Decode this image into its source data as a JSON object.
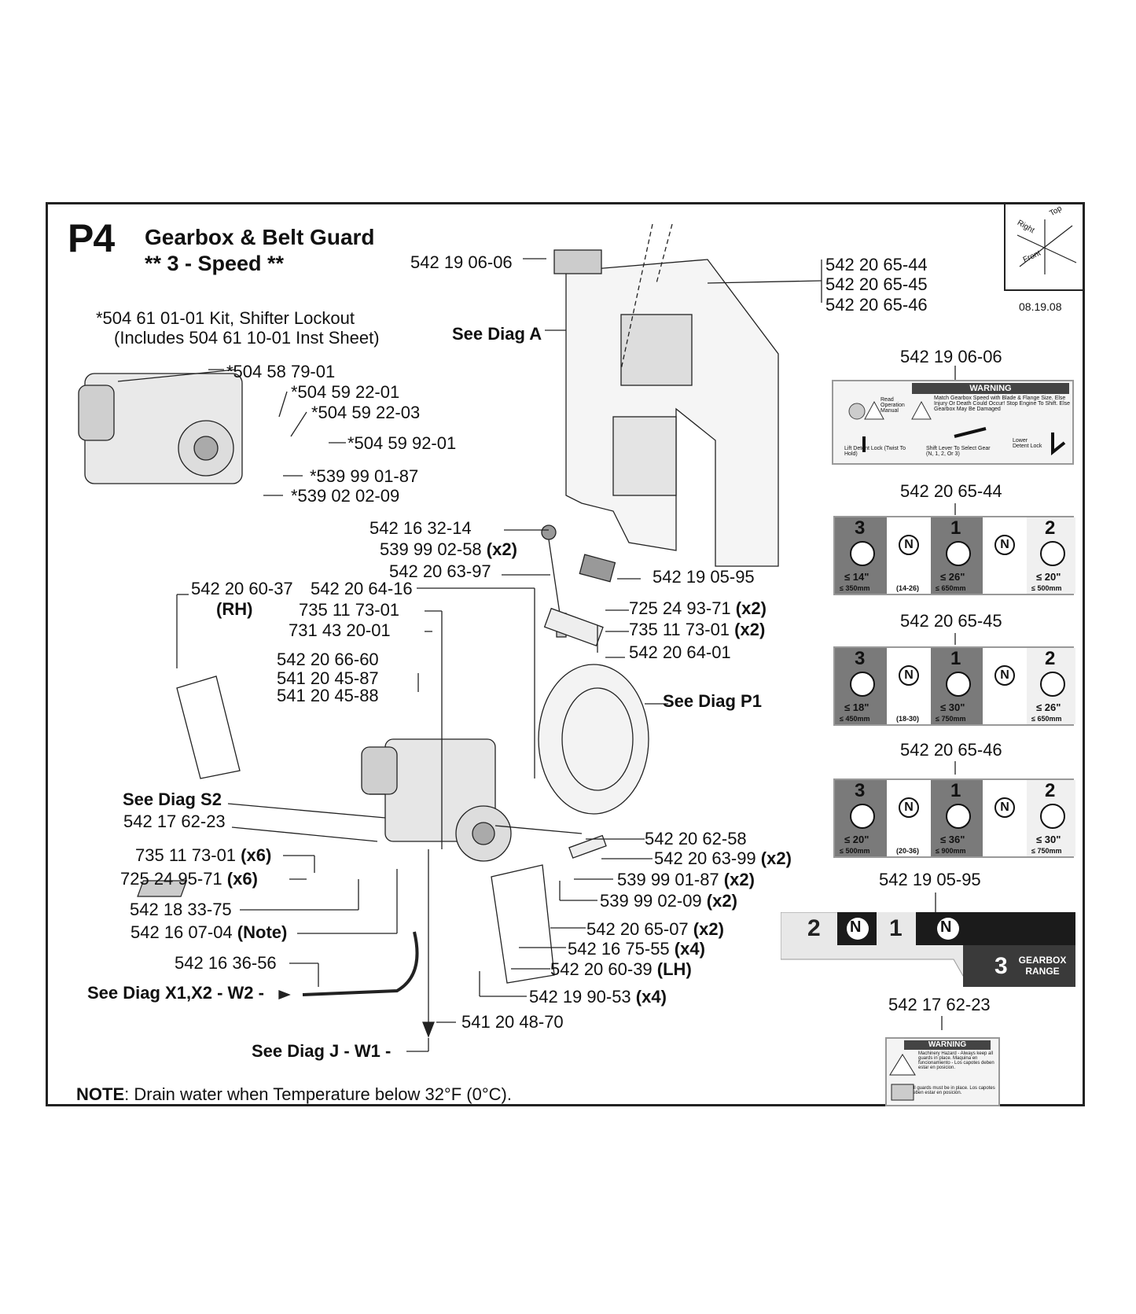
{
  "header": {
    "code": "P4",
    "title": "Gearbox & Belt Guard",
    "subtitle": "** 3 - Speed **",
    "date": "08.19.08"
  },
  "orientation": {
    "top": "Top",
    "right": "Right",
    "front": "Front"
  },
  "kit": {
    "line1": "*504 61 01-01 Kit, Shifter Lockout",
    "line2": "(Includes 504 61 10-01 Inst Sheet)"
  },
  "kit_parts": [
    "*504 58 79-01",
    "*504 59 22-01",
    "*504 59 22-03",
    "*504 59 92-01",
    "*539 99 01-87",
    "*539 02 02-09"
  ],
  "top_labels": {
    "p1": "542 19 06-06",
    "see_a": "See Diag A",
    "p2": "542 20 65-44",
    "p3": "542 20 65-45",
    "p4": "542 20 65-46"
  },
  "center_labels": {
    "a1": "542 16 32-14",
    "a2": "539 99 02-58",
    "a2q": "(x2)",
    "a3": "542 20 63-97",
    "a4": "542 19 05-95",
    "a5": "542 20 60-37",
    "a5s": "(RH)",
    "a6": "542 20 64-16",
    "a7": "735 11 73-01",
    "a8": "731 43 20-01",
    "a9": "725 24 93-71",
    "a9q": "(x2)",
    "a10": "735 11 73-01",
    "a10q": "(x2)",
    "a11": "542 20 64-01",
    "a12": "542 20 66-60",
    "a13": "541 20 45-87",
    "a14": "541 20 45-88",
    "see_p1": "See Diag P1"
  },
  "lower_left": {
    "see_s2": "See Diag S2",
    "b1": "542 17 62-23",
    "b2": "735 11 73-01",
    "b2q": "(x6)",
    "b3": "725 24 95-71",
    "b3q": "(x6)",
    "b4": "542 18 33-75",
    "b5": "542 16 07-04",
    "b5q": "(Note)",
    "b6": "542 16 36-56",
    "see_x": "See Diag X1,X2 - W2 -",
    "see_j": "See Diag J - W1 -"
  },
  "lower_right": {
    "c1": "542 20 62-58",
    "c2": "542 20 63-99",
    "c2q": "(x2)",
    "c3": "539 99 01-87",
    "c3q": "(x2)",
    "c4": "539 99 02-09",
    "c4q": "(x2)",
    "c5": "542 20 65-07",
    "c5q": "(x2)",
    "c6": "542 16 75-55",
    "c6q": "(x4)",
    "c7": "542 20 60-39",
    "c7q": "(LH)",
    "c8": "542 19 90-53",
    "c8q": "(x4)",
    "c9": "541 20 48-70"
  },
  "note": {
    "label": "NOTE",
    "text": ": Drain water when Temperature below 32°F (0°C)."
  },
  "decals": {
    "warn_title": "542 19 06-06",
    "warn_banner": "WARNING",
    "warn_read": "Read Operation Manual",
    "warn_match": "Match Gearbox Speed with Blade & Flange Size. Else Injury Or Death Could Occur! Stop Engine To Shift. Else Gearbox May Be Damaged",
    "step1": "Lift Detent Lock (Twist To Hold)",
    "step2": "Shift Lever To Select Gear (N, 1, 2, Or 3)",
    "step3": "Lower Detent Lock",
    "g44_title": "542 20 65-44",
    "g44": {
      "s3": "≤ 14\"",
      "m3": "≤ 350mm",
      "n": "(14-26)",
      "s1": "≤ 26\"",
      "m1": "≤ 650mm",
      "s2": "≤ 20\"",
      "m2": "≤ 500mm"
    },
    "g45_title": "542 20 65-45",
    "g45": {
      "s3": "≤ 18\"",
      "m3": "≤ 450mm",
      "n": "(18-30)",
      "s1": "≤ 30\"",
      "m1": "≤ 750mm",
      "s2": "≤ 26\"",
      "m2": "≤ 650mm"
    },
    "g46_title": "542 20 65-46",
    "g46": {
      "s3": "≤ 20\"",
      "m3": "≤ 500mm",
      "n": "(20-36)",
      "s1": "≤ 36\"",
      "m1": "≤ 900mm",
      "s2": "≤ 30\"",
      "m2": "≤ 750mm"
    },
    "range_title": "542 19 05-95",
    "range_n2": "2",
    "range_n1": "1",
    "range_n3": "3",
    "range_text": "GEARBOX RANGE",
    "guard_title": "542 17 62-23",
    "guard_banner": "WARNING",
    "guard_text1": "Machinery Hazard - Always keep all guards in place. Maquina en funcionamiento - Los capotes deben estar en posicion.",
    "guard_text2": "All guards must be in place. Los capotes deben estar en posicion.",
    "gear3": "3",
    "gear1": "1",
    "gear2": "2",
    "neutral": "N"
  },
  "colors": {
    "frame": "#222222",
    "decal_dark": "#7a7a7a",
    "decal_light": "#f0f0f0"
  }
}
